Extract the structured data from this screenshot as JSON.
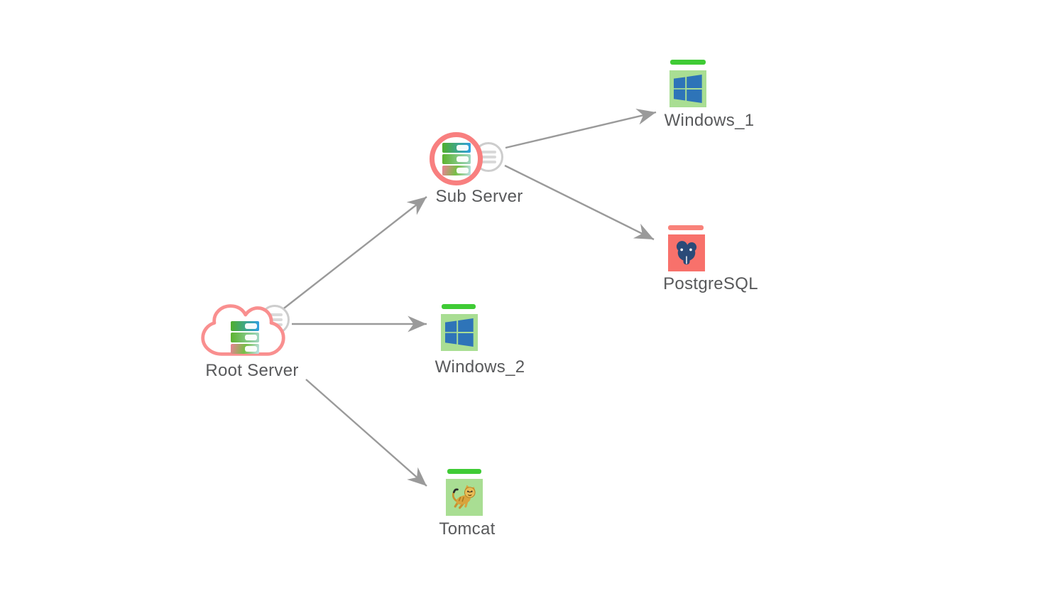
{
  "view": {
    "type": "network-topology-map",
    "background": "#ffffff"
  },
  "nodes": [
    {
      "id": "root-server",
      "label": "Root Server",
      "shape": "cloud-outline",
      "outline_color": "#f98f8f",
      "icon": "server-stack-icon",
      "menu_button": true
    },
    {
      "id": "sub-server",
      "label": "Sub Server",
      "shape": "circle-outline",
      "outline_color": "#f87f7f",
      "icon": "server-stack-icon",
      "menu_button": true
    },
    {
      "id": "windows-1",
      "label": "Windows_1",
      "shape": "square-tile",
      "icon": "windows-logo-icon",
      "status_bar_color": "#3fcb35",
      "tile_color": "#a9de93"
    },
    {
      "id": "postgresql",
      "label": "PostgreSQL",
      "shape": "square-tile",
      "icon": "postgresql-elephant-icon",
      "status_bar_color": "#f9827a",
      "tile_color": "#f8716b"
    },
    {
      "id": "windows-2",
      "label": "Windows_2",
      "shape": "square-tile",
      "icon": "windows-logo-icon",
      "status_bar_color": "#3fcb35",
      "tile_color": "#a9de93"
    },
    {
      "id": "tomcat",
      "label": "Tomcat",
      "shape": "square-tile",
      "icon": "tomcat-cat-icon",
      "status_bar_color": "#3fcb35",
      "tile_color": "#a9de93"
    }
  ],
  "edges": [
    {
      "from": "Root Server",
      "to": "Sub Server"
    },
    {
      "from": "Sub Server",
      "to": "Windows_1"
    },
    {
      "from": "Sub Server",
      "to": "PostgreSQL"
    },
    {
      "from": "Root Server",
      "to": "Windows_2"
    },
    {
      "from": "Root Server",
      "to": "Tomcat"
    }
  ],
  "colors": {
    "edge": "#9a9a9a",
    "label_text": "#58595b",
    "menu_button_border": "#cdcdcd",
    "menu_button_bars": "#d9d9d9",
    "windows_logo_blue": "#2e74b8",
    "postgres_logo_navy": "#2a4a78",
    "tomcat_body_gold": "#d9a33c"
  }
}
